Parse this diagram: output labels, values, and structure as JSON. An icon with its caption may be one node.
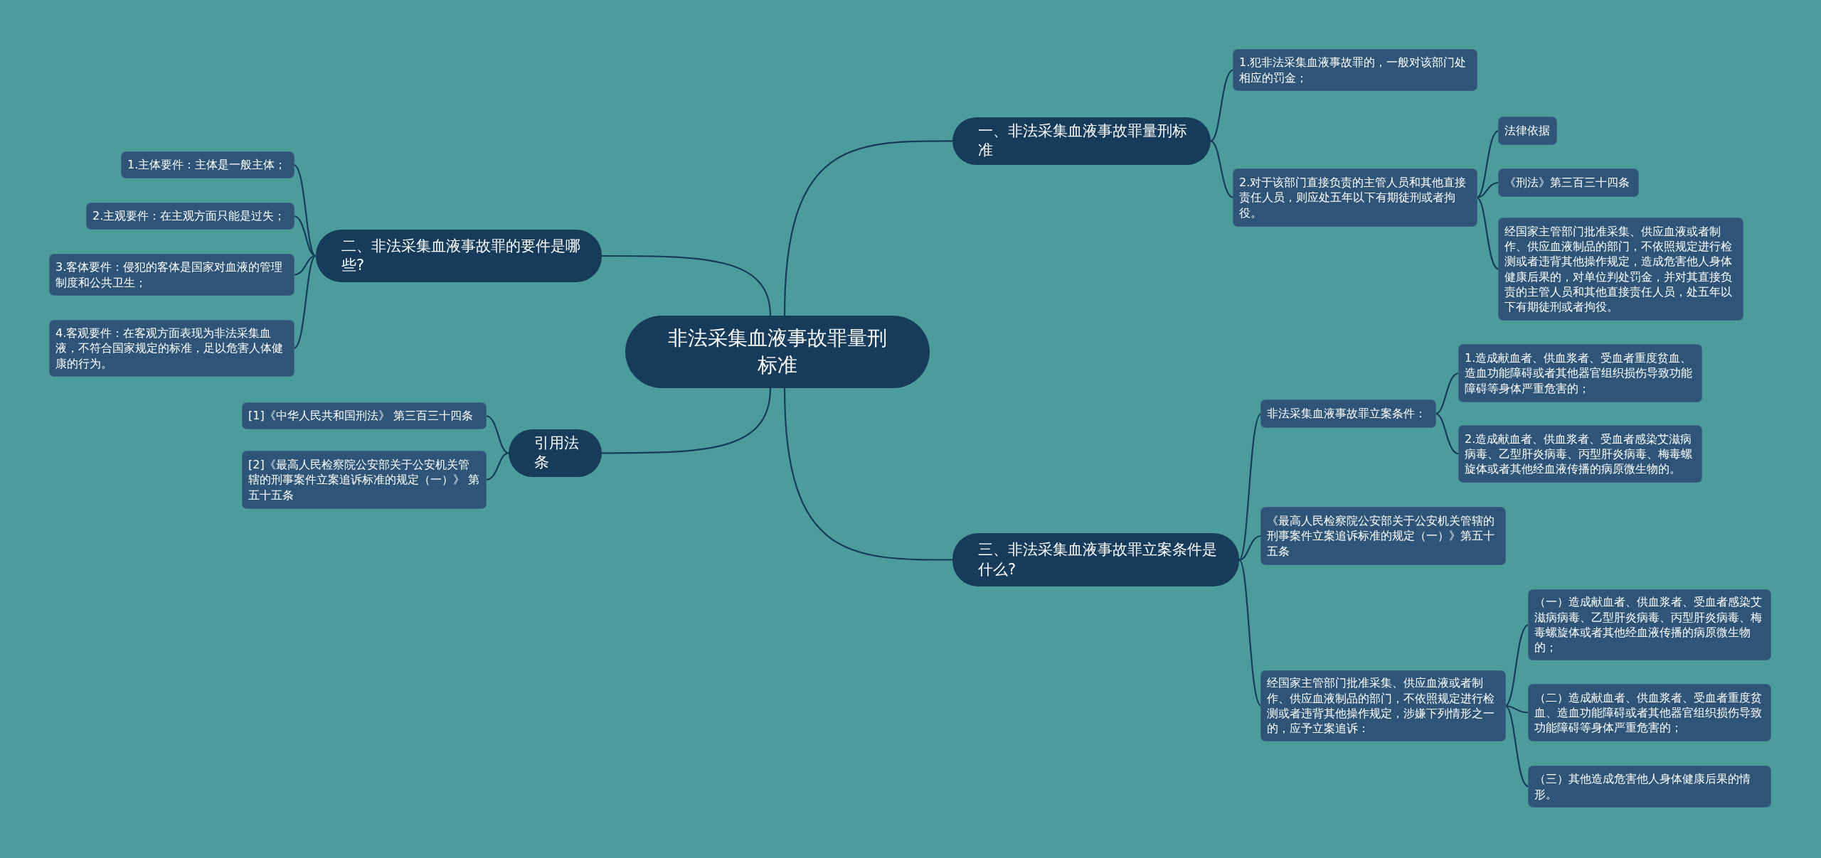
{
  "diagram": {
    "nodes": [
      {
        "text": [
          "非法采集血液事故罪量刑标准"
        ]
      },
      {
        "text": [
          "一、非法采集血液事故罪量刑标准"
        ]
      },
      {
        "text": [
          "1.犯非法采集血液事故罪的，一般对该部门处相应的罚金；"
        ]
      },
      {
        "text": [
          "2.对于该部门直接负责的主管人员和其他直接责任人员，则应处五年以下有期徒刑或者拘役。"
        ]
      },
      {
        "text": [
          "法律依据"
        ]
      },
      {
        "text": [
          "《刑法》第三百三十四条"
        ]
      },
      {
        "text": [
          "经国家主管部门批准采集、供应血液或者制作、供应血液制品的部门，不依照规定进行检测或者违背其他操作规定，造成危害他人身体健康后果的，对单位判处罚金，并对其直接负责的主管人员和其他直接责任人员，处五年以下有期徒刑或者拘役。"
        ]
      },
      {
        "text": [
          "二、非法采集血液事故罪的要件是哪些?"
        ]
      },
      {
        "text": [
          "1.主体要件：主体是一般主体；"
        ]
      },
      {
        "text": [
          "2.主观要件：在主观方面只能是过失；"
        ]
      },
      {
        "text": [
          "3.客体要件：侵犯的客体是国家对血液的管理制度和公共卫生；"
        ]
      },
      {
        "text": [
          "4.客观要件：在客观方面表现为非法采集血液，不符合国家规定的标准，足以危害人体健康的行为。"
        ]
      },
      {
        "text": [
          "引用法条"
        ]
      },
      {
        "text": [
          "[1]《中华人民共和国刑法》 第三百三十四条"
        ]
      },
      {
        "text": [
          "[2]《最高人民检察院公安部关于公安机关管辖的刑事案件立案追诉标准的规定（一）》 第五十五条"
        ]
      },
      {
        "text": [
          "三、非法采集血液事故罪立案条件是什么?"
        ]
      },
      {
        "text": [
          "非法采集血液事故罪立案条件："
        ]
      },
      {
        "text": [
          "1.造成献血者、供血浆者、受血者重度贫血、造血功能障碍或者其他器官组织损伤导致功能障碍等身体严重危害的；"
        ]
      },
      {
        "text": [
          "2.造成献血者、供血浆者、受血者感染艾滋病病毒、乙型肝炎病毒、丙型肝炎病毒、梅毒螺旋体或者其他经血液传播的病原微生物的。"
        ]
      },
      {
        "text": [
          "《最高人民检察院公安部关于公安机关管辖的刑事案件立案追诉标准的规定（一）》第五十五条"
        ]
      },
      {
        "text": [
          "经国家主管部门批准采集、供应血液或者制作、供应血液制品的部门，不依照规定进行检测或者违背其他操作规定，涉嫌下列情形之一的，应予立案追诉："
        ]
      },
      {
        "text": [
          "（一）造成献血者、供血浆者、受血者感染艾滋病病毒、乙型肝炎病毒、丙型肝炎病毒、梅毒螺旋体或者其他经血液传播的病原微生物的；"
        ]
      },
      {
        "text": [
          "（二）造成献血者、供血浆者、受血者重度贫血、造血功能障碍或者其他器官组织损伤导致功能障碍等身体严重危害的；"
        ]
      },
      {
        "text": [
          "（三）其他造成危害他人身体健康后果的情形。"
        ]
      }
    ],
    "edges": [
      {
        "from": 0,
        "to": 1,
        "arrow": "none"
      },
      {
        "from": 1,
        "to": 2,
        "arrow": "none"
      },
      {
        "from": 1,
        "to": 3,
        "arrow": "none"
      },
      {
        "from": 3,
        "to": 4,
        "arrow": "none"
      },
      {
        "from": 3,
        "to": 5,
        "arrow": "none"
      },
      {
        "from": 3,
        "to": 6,
        "arrow": "none"
      },
      {
        "from": 0,
        "to": 7,
        "arrow": "none"
      },
      {
        "from": 7,
        "to": 8,
        "arrow": "none"
      },
      {
        "from": 7,
        "to": 9,
        "arrow": "none"
      },
      {
        "from": 7,
        "to": 10,
        "arrow": "none"
      },
      {
        "from": 7,
        "to": 11,
        "arrow": "none"
      },
      {
        "from": 0,
        "to": 12,
        "arrow": "none"
      },
      {
        "from": 12,
        "to": 13,
        "arrow": "none"
      },
      {
        "from": 12,
        "to": 14,
        "arrow": "none"
      },
      {
        "from": 0,
        "to": 15,
        "arrow": "none"
      },
      {
        "from": 15,
        "to": 16,
        "arrow": "none"
      },
      {
        "from": 16,
        "to": 17,
        "arrow": "none"
      },
      {
        "from": 16,
        "to": 18,
        "arrow": "none"
      },
      {
        "from": 15,
        "to": 19,
        "arrow": "none"
      },
      {
        "from": 15,
        "to": 20,
        "arrow": "none"
      },
      {
        "from": 20,
        "to": 21,
        "arrow": "none"
      },
      {
        "from": 20,
        "to": 22,
        "arrow": "none"
      },
      {
        "from": 20,
        "to": 23,
        "arrow": "none"
      }
    ]
  }
}
